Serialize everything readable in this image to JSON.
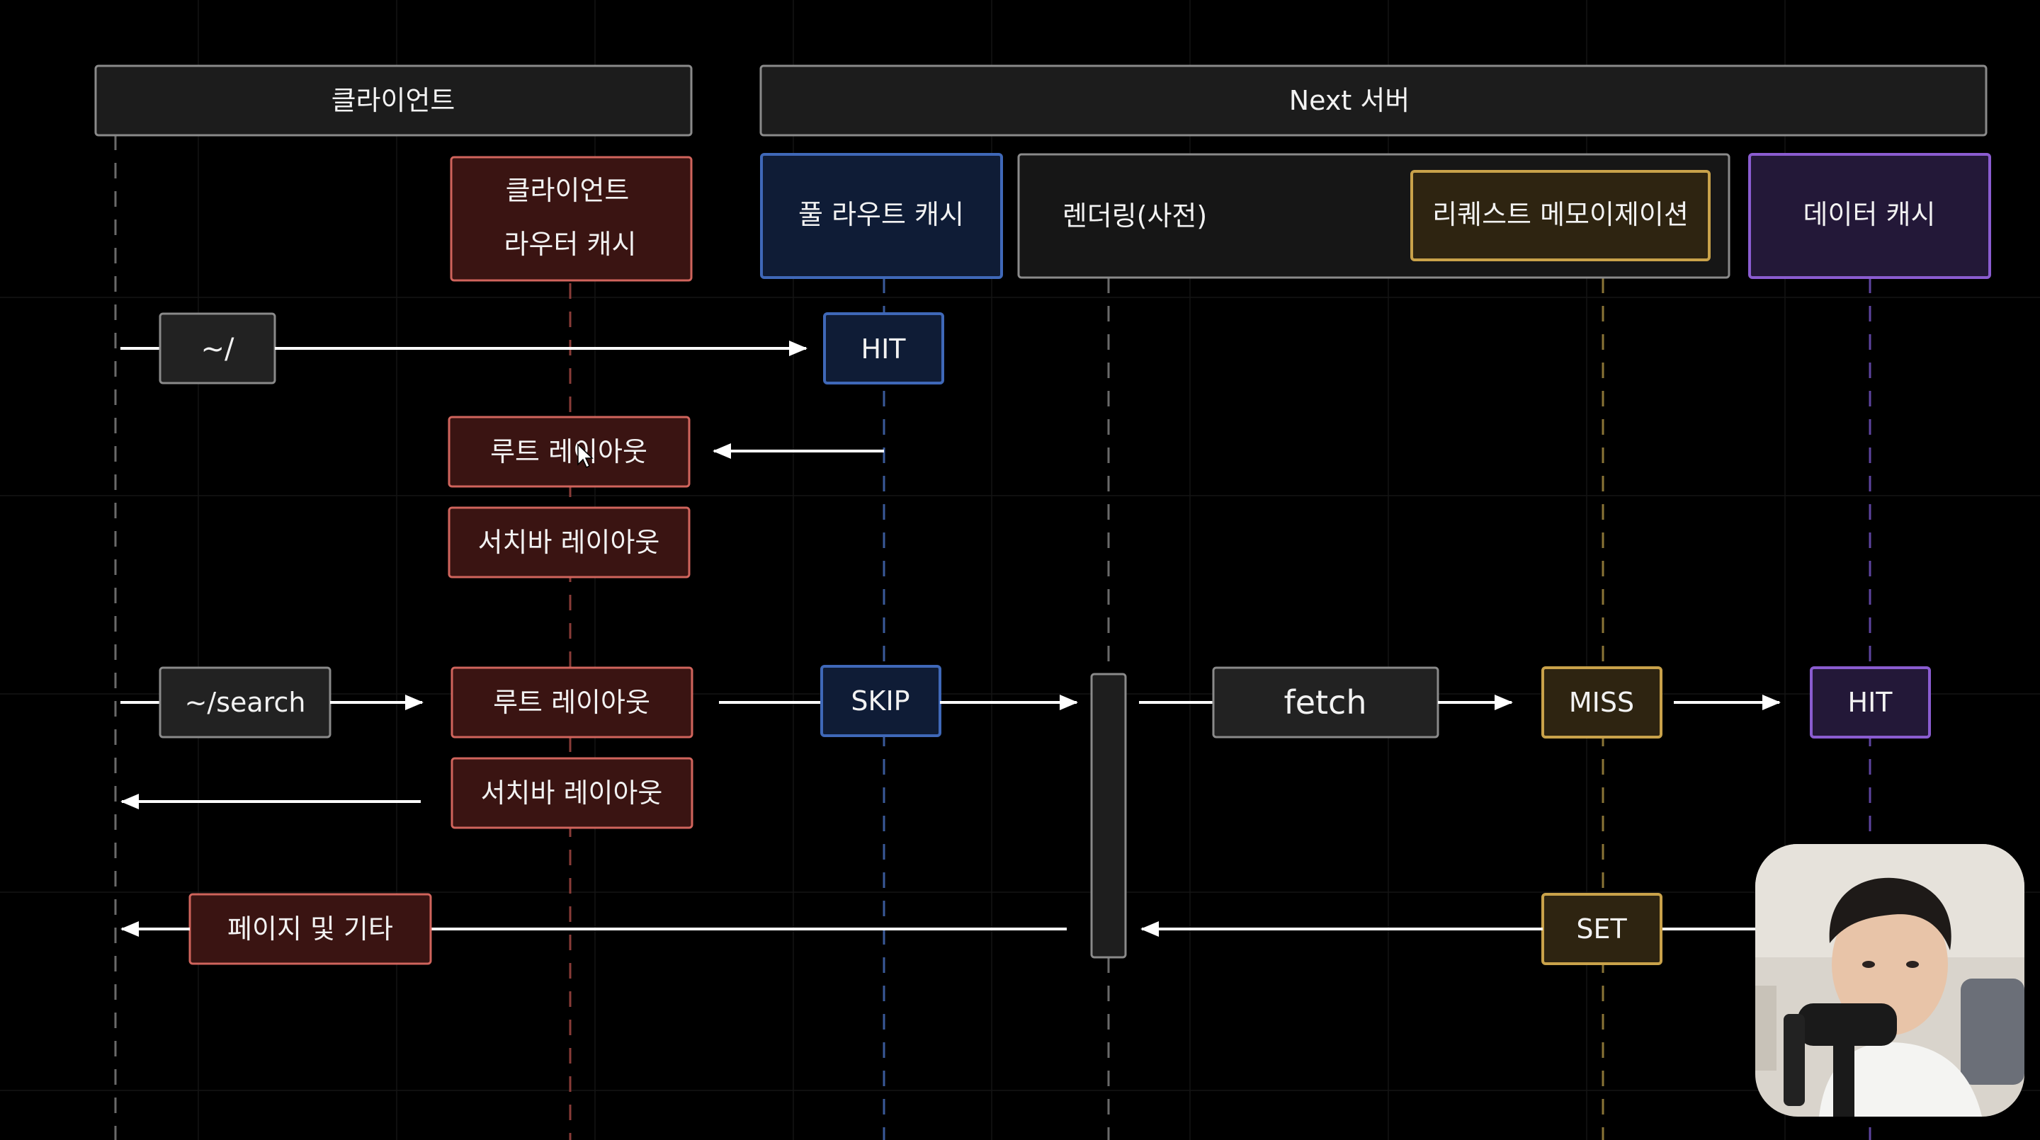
{
  "headers": {
    "client": "클라이언트",
    "server": "Next 서버"
  },
  "caches": {
    "client_router_cache_line1": "클라이언트",
    "client_router_cache_line2": "라우터 캐시",
    "full_route_cache": "풀 라우트 캐시",
    "rendering": "렌더링(사전)",
    "request_memoization": "리퀘스트 메모이제이션",
    "data_cache": "데이터 캐시"
  },
  "flow1": {
    "route": "~/",
    "full_route_result": "HIT",
    "root_layout": "루트 레이아웃",
    "searchbar_layout": "서치바 레이아웃"
  },
  "flow2": {
    "route": "~/search",
    "root_layout": "루트 레이아웃",
    "searchbar_layout": "서치바 레이아웃",
    "full_route_result": "SKIP",
    "fetch": "fetch",
    "memo_result": "MISS",
    "data_cache_result": "HIT",
    "set": "SET",
    "page_etc": "페이지 및 기타"
  },
  "colors": {
    "background": "#000000",
    "header_fill": "#1c1c1c",
    "client_cache": "#d0645c",
    "full_route_cache": "#3f68b8",
    "memoization": "#c9a24a",
    "data_cache": "#8a5cd0",
    "neutral": "#8a8a8a",
    "arrow": "#ffffff"
  }
}
